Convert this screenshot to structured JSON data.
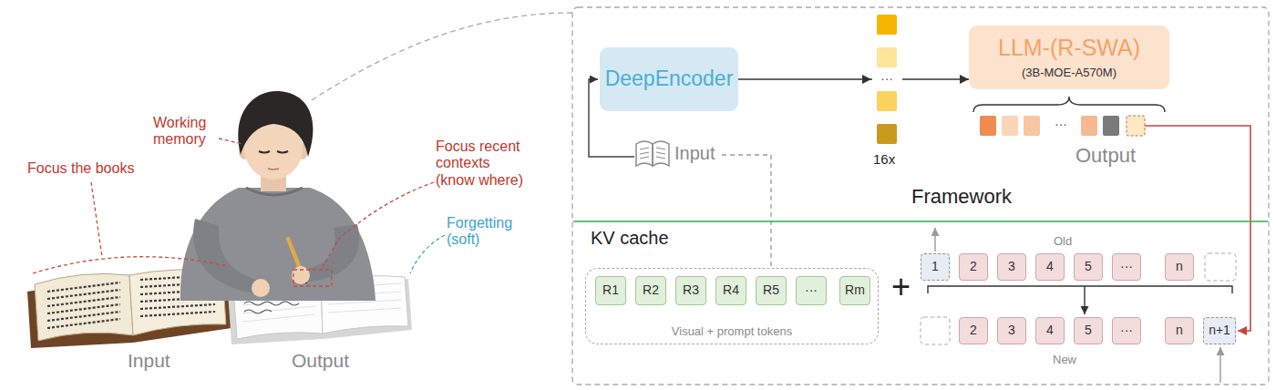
{
  "diagram": {
    "nodes": [
      {
        "text": [
          "DeepEncoder"
        ]
      },
      {
        "text": [
          "LLM-(R-SWA)",
          "(3B-MOE-A570M)"
        ]
      },
      {
        "text": [
          "Visual + prompt tokens"
        ]
      },
      {
        "text": [
          "R1"
        ],
        "in": 2
      },
      {
        "text": [
          "R2"
        ],
        "in": 2
      },
      {
        "text": [
          "R3"
        ],
        "in": 2
      },
      {
        "text": [
          "R4"
        ],
        "in": 2
      },
      {
        "text": [
          "R5"
        ],
        "in": 2
      },
      {
        "text": [
          "···"
        ],
        "in": 2
      },
      {
        "text": [
          "Rm"
        ],
        "in": 2
      },
      {
        "text": [
          "1"
        ]
      },
      {
        "text": [
          "2"
        ]
      },
      {
        "text": [
          "3"
        ]
      },
      {
        "text": [
          "4"
        ]
      },
      {
        "text": [
          "5"
        ]
      },
      {
        "text": [
          "···"
        ]
      },
      {
        "text": [
          "n"
        ]
      },
      {
        "text": [
          "2"
        ]
      },
      {
        "text": [
          "3"
        ]
      },
      {
        "text": [
          "4"
        ]
      },
      {
        "text": [
          "5"
        ]
      },
      {
        "text": [
          "···"
        ]
      },
      {
        "text": [
          "n"
        ]
      },
      {
        "text": [
          "n+1"
        ]
      }
    ],
    "edges": [
      {
        "from": 0,
        "to": 1,
        "arrow": "to"
      }
    ],
    "labels": [
      "Focus the books",
      "Working memory",
      "Focus recent contexts (know where)",
      "Forgetting (soft)",
      "Input",
      "Output",
      "Input",
      "···",
      "16x",
      "···",
      "Output",
      "Framework",
      "KV cache",
      "+",
      "Old",
      "New"
    ]
  }
}
